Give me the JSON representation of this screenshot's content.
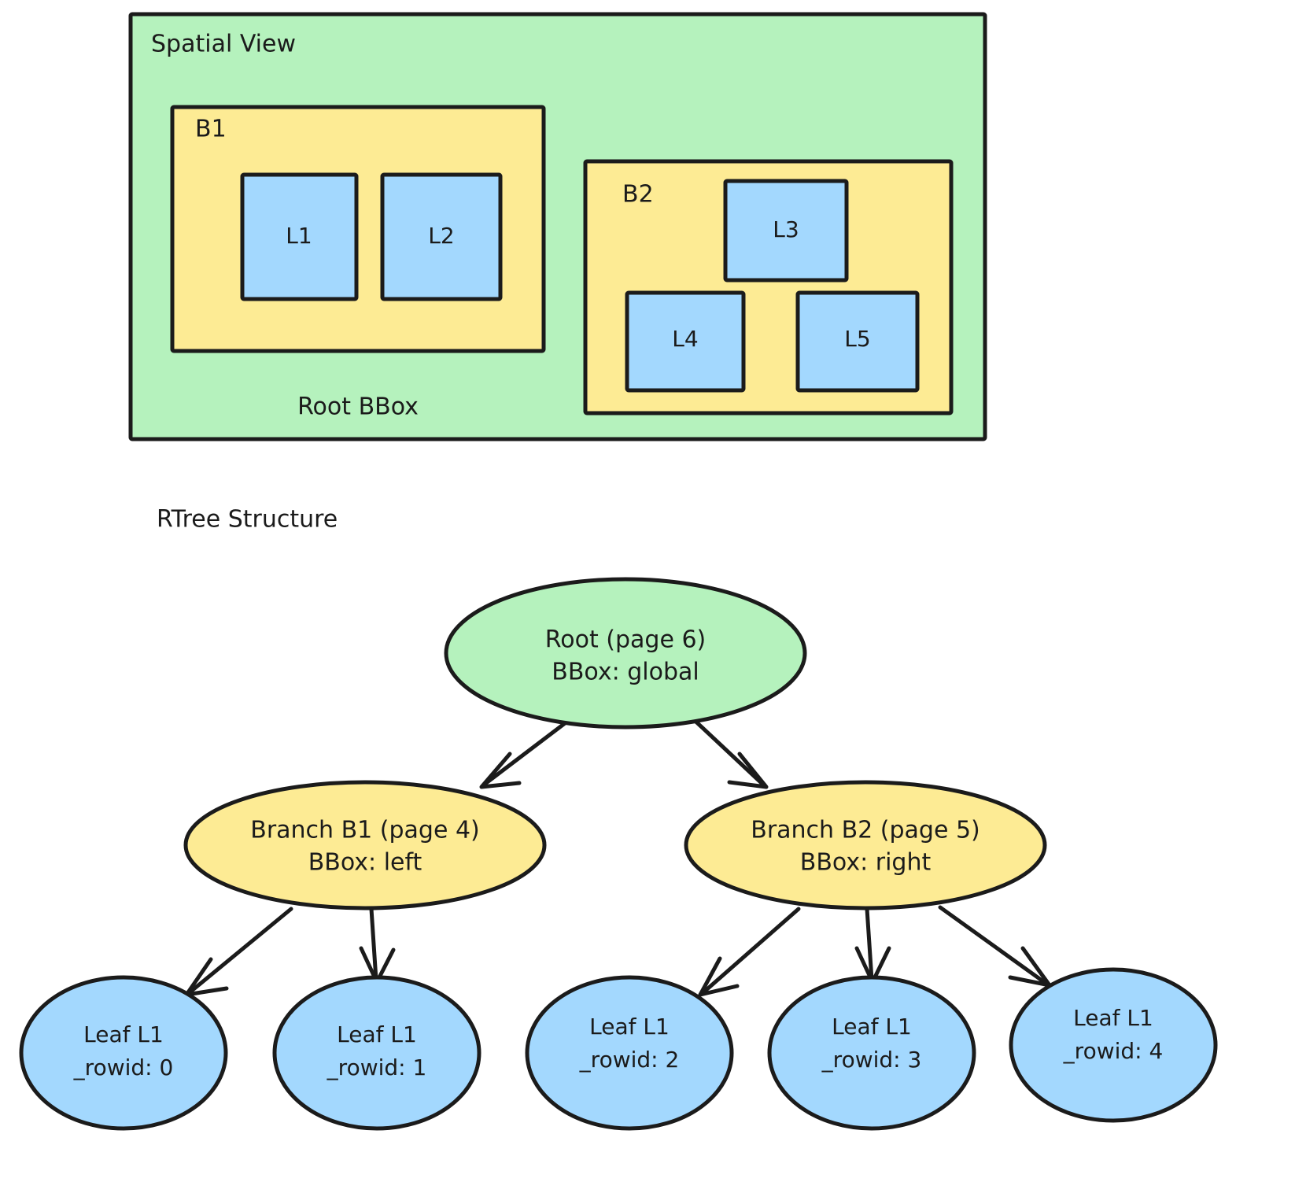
{
  "diagram": {
    "title_spatial": "Spatial View",
    "title_tree": "RTree Structure",
    "colors": {
      "green_fill": "#b5f2bd",
      "yellow_fill": "#fdeb94",
      "blue_fill": "#a3d8fe",
      "stroke": "#1b1b1b",
      "background": "#ffffff"
    }
  },
  "spatial_view": {
    "label": "Spatial View",
    "root_bbox_label": "Root BBox",
    "branches": [
      {
        "label": "B1",
        "leaves": [
          {
            "label": "L1"
          },
          {
            "label": "L2"
          }
        ]
      },
      {
        "label": "B2",
        "leaves": [
          {
            "label": "L3"
          },
          {
            "label": "L4"
          },
          {
            "label": "L5"
          }
        ]
      }
    ]
  },
  "rtree": {
    "section_label": "RTree Structure",
    "root": {
      "line1": "Root (page 6)",
      "line2": "BBox: global"
    },
    "branches": [
      {
        "line1": "Branch B1 (page 4)",
        "line2": "BBox: left"
      },
      {
        "line1": "Branch B2 (page 5)",
        "line2": "BBox: right"
      }
    ],
    "leaves": [
      {
        "line1": "Leaf L1",
        "line2": "_rowid: 0"
      },
      {
        "line1": "Leaf L1",
        "line2": "_rowid: 1"
      },
      {
        "line1": "Leaf L1",
        "line2": "_rowid: 2"
      },
      {
        "line1": "Leaf L1",
        "line2": "_rowid: 3"
      },
      {
        "line1": "Leaf L1",
        "line2": "_rowid: 4"
      }
    ]
  }
}
